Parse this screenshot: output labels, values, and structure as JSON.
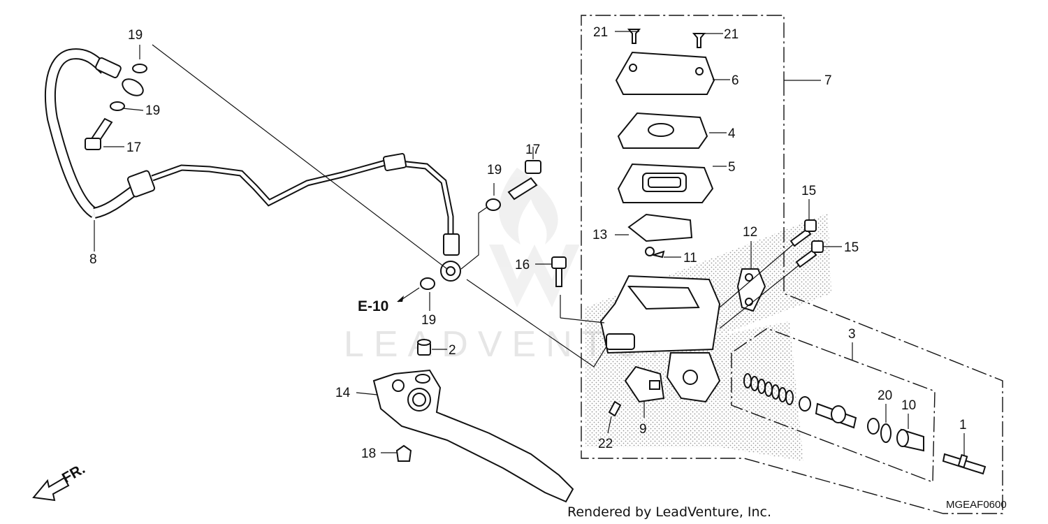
{
  "callouts": {
    "c1": "1",
    "c2": "2",
    "c3": "3",
    "c4": "4",
    "c5": "5",
    "c6": "6",
    "c7": "7",
    "c8": "8",
    "c9": "9",
    "c10": "10",
    "c11": "11",
    "c12": "12",
    "c13": "13",
    "c14": "14",
    "c15a": "15",
    "c15b": "15",
    "c16": "16",
    "c17a": "17",
    "c17b": "17",
    "c18": "18",
    "c19a": "19",
    "c19b": "19",
    "c19c": "19",
    "c19d": "19",
    "c20": "20",
    "c21a": "21",
    "c21b": "21",
    "c22": "22"
  },
  "reference": "E-10",
  "front_marker": "FR.",
  "diagram_code": "MGEAF0600",
  "credit": "Rendered by LeadVenture, Inc.",
  "watermark": "LEADVENTURE",
  "colors": {
    "ink": "#111111",
    "stipple": "#9a9a9a",
    "watermark": "#e6e6e6"
  }
}
